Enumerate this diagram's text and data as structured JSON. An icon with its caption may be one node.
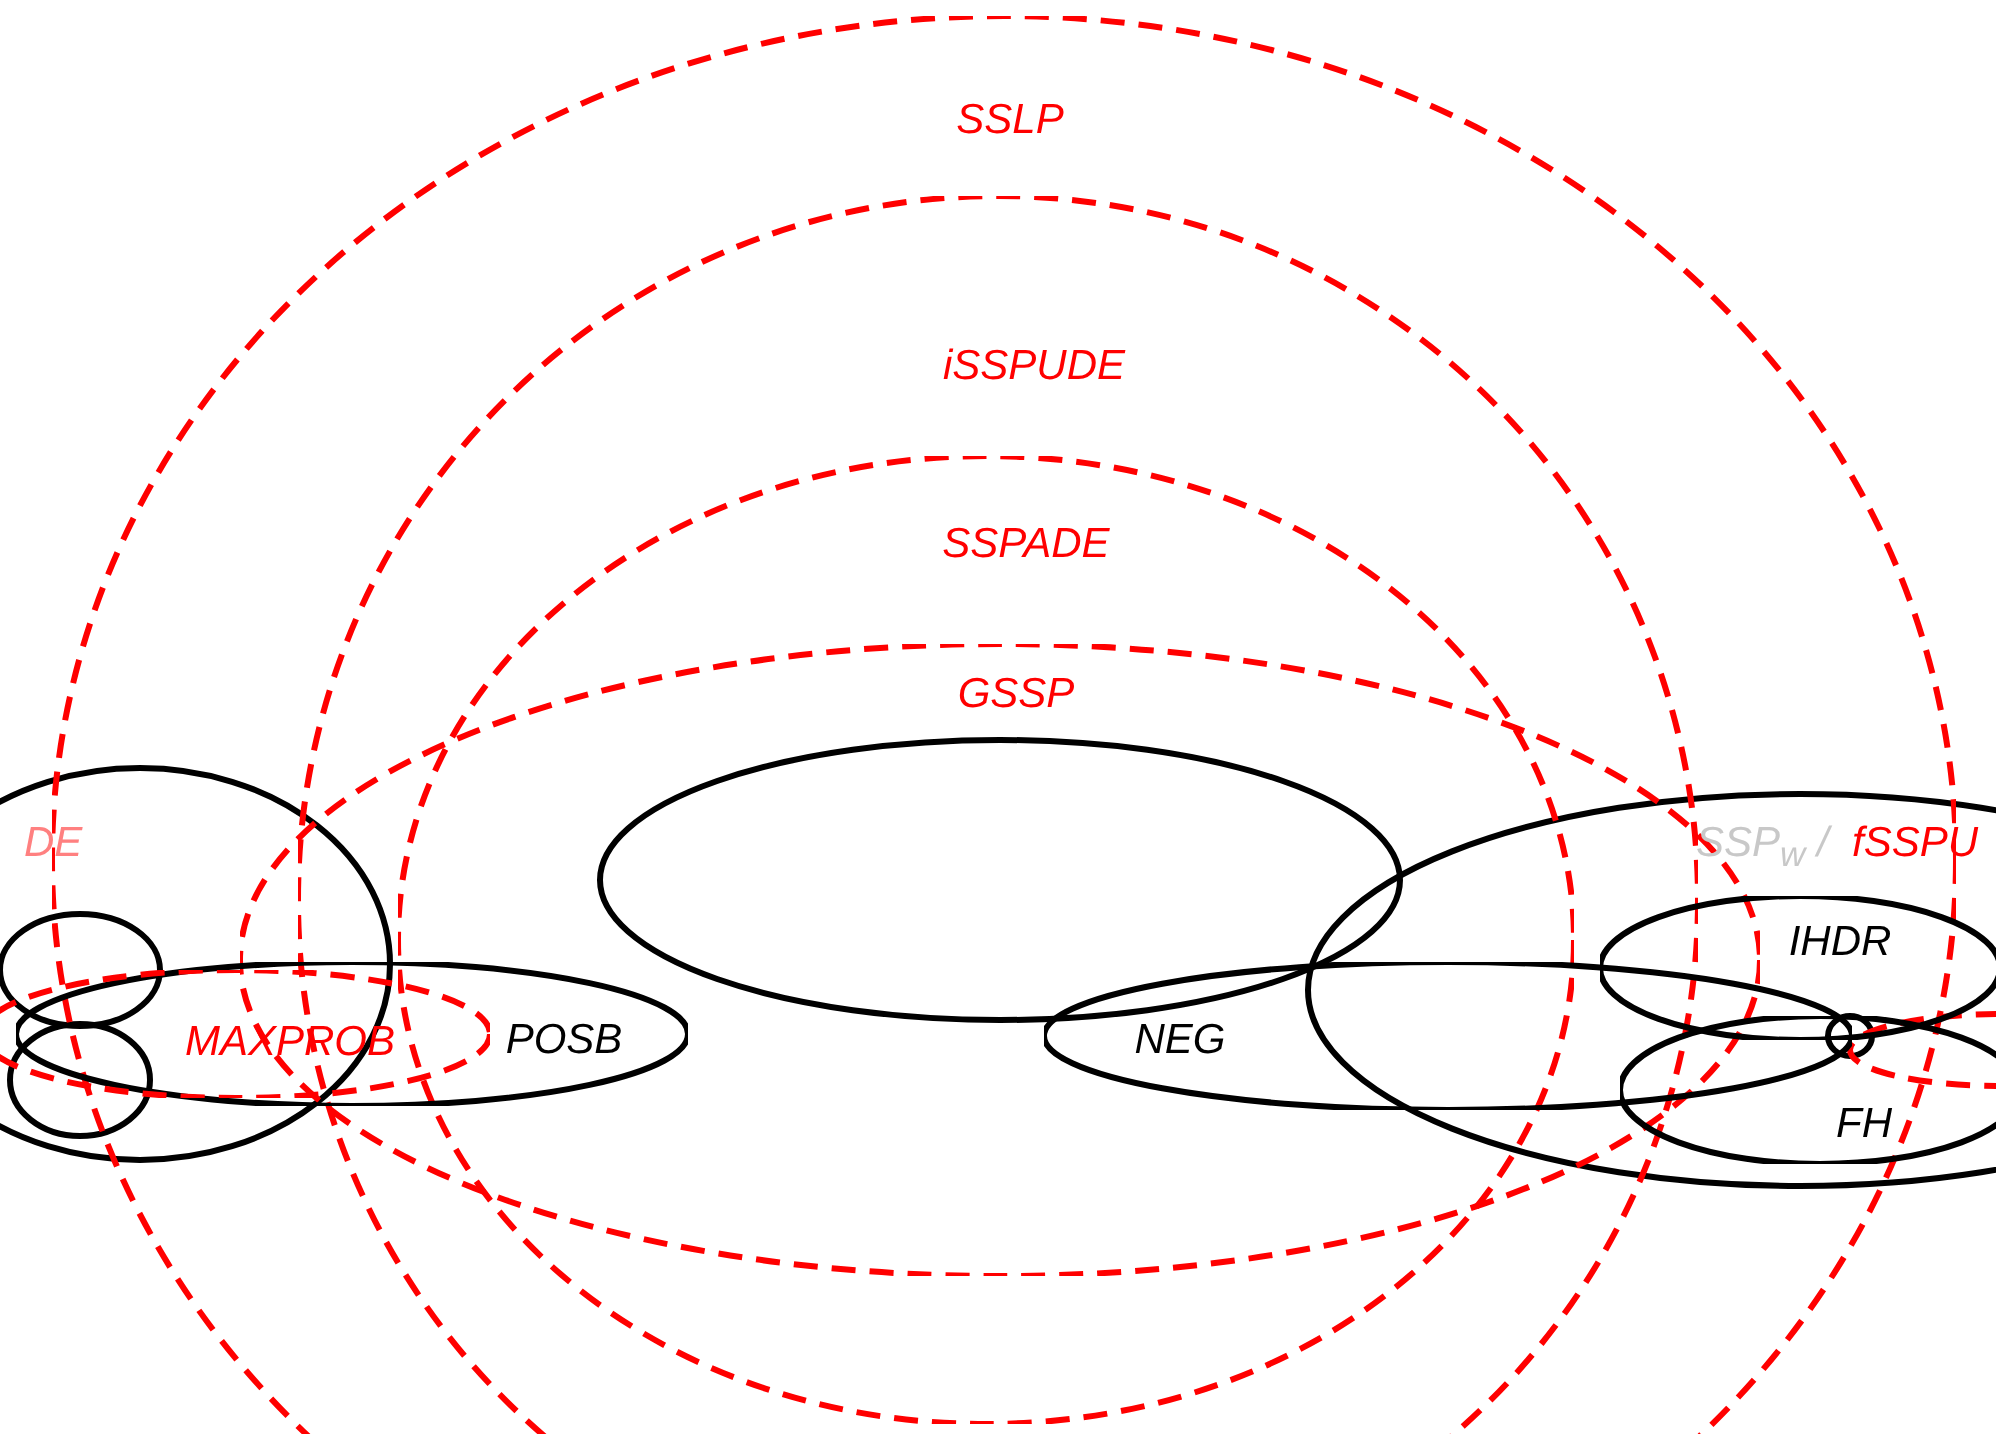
{
  "diagram": {
    "nodes": [
      {
        "text": [
          "SSLP"
        ]
      },
      {
        "text": [
          "iSSPUDE"
        ],
        "in": 0
      },
      {
        "text": [
          "SSPADE"
        ],
        "in": 1
      },
      {
        "text": [
          "GSSP"
        ],
        "in": 0
      },
      {
        "text": [
          "MAXPROB"
        ],
        "in": 5
      },
      {
        "text": [
          "POSB"
        ]
      },
      {
        "text": [
          "NEG"
        ],
        "in": 0
      },
      {
        "text": [
          "IHDR"
        ]
      },
      {
        "text": [
          "FH"
        ]
      }
    ],
    "labels": [
      "DE",
      "SSP$_{w}$ /",
      "fSSPU"
    ]
  }
}
